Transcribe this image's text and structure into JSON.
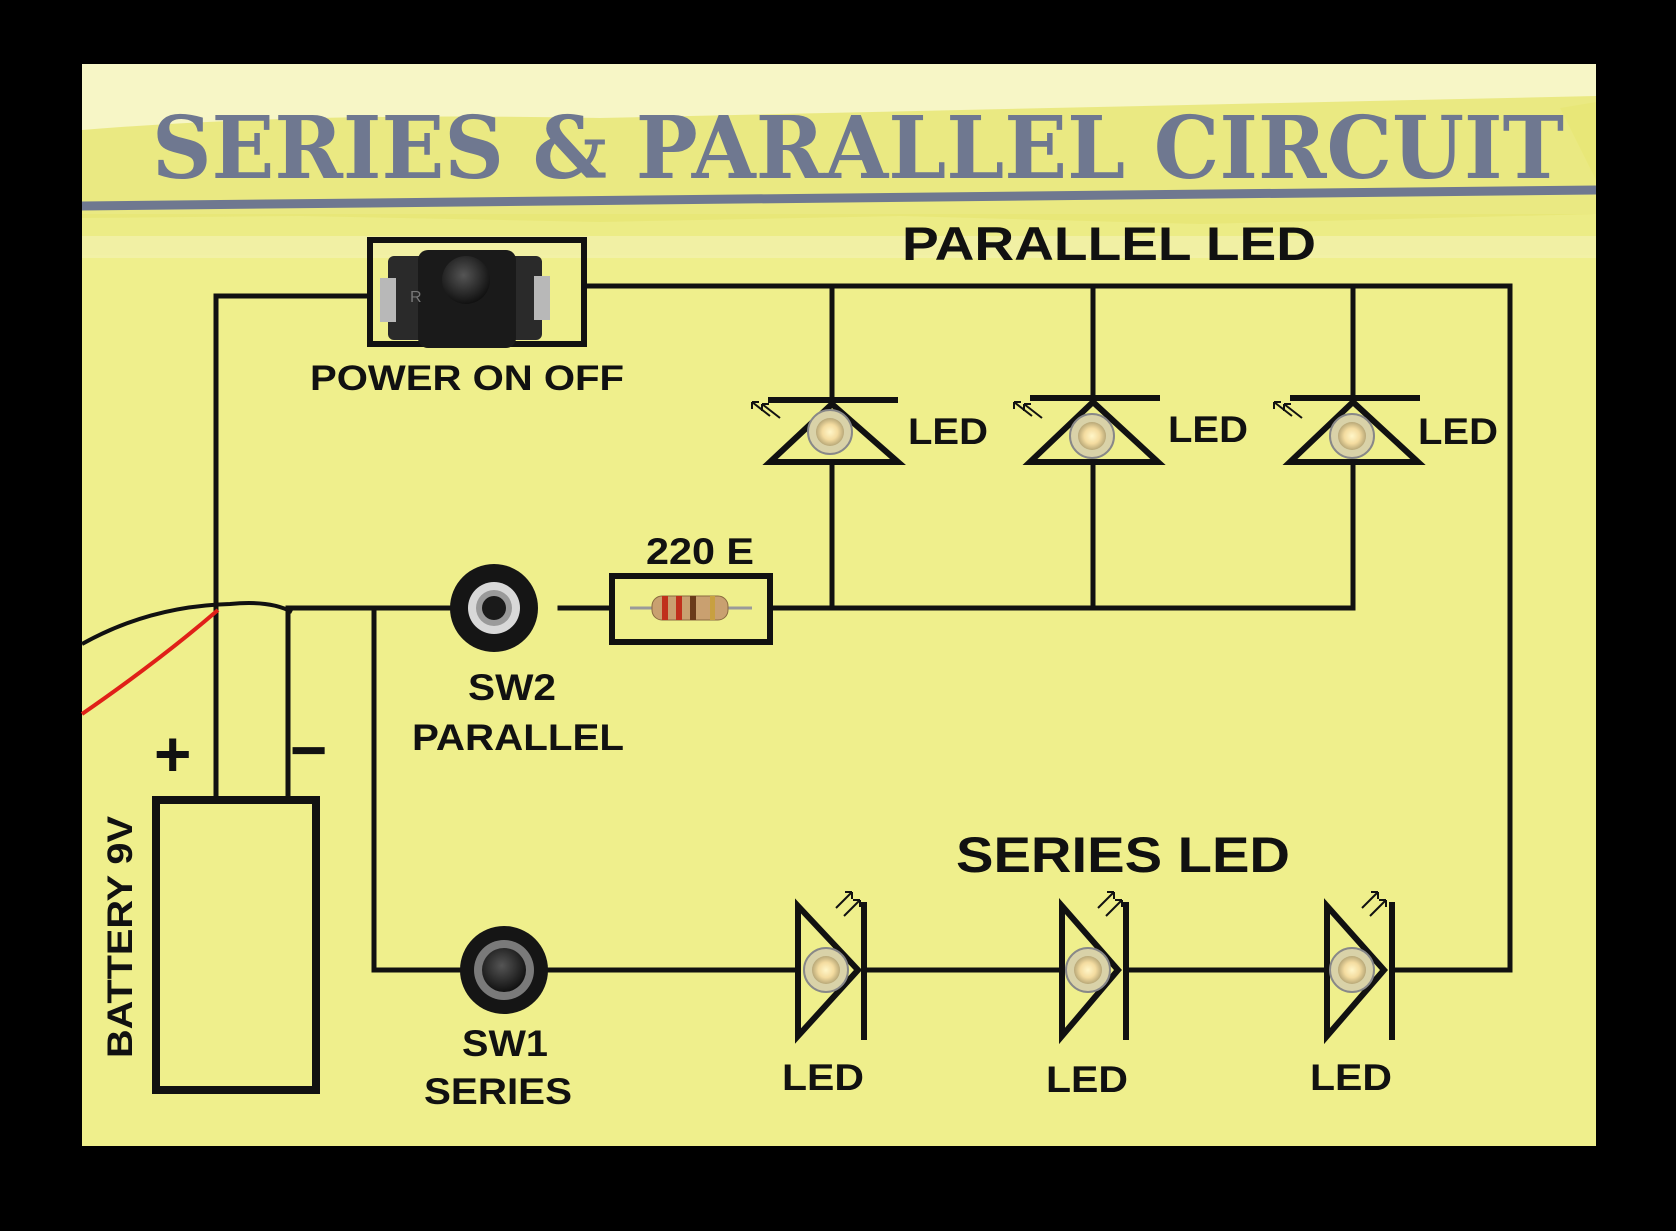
{
  "board": {
    "title": "SERIES & PARALLEL CIRCUIT",
    "parallel_heading": "PARALLEL LED",
    "series_heading": "SERIES LED",
    "power_switch_label": "POWER ON OFF",
    "power_switch_marking": "R",
    "resistor_label": "220 E",
    "sw2_label_line1": "SW2",
    "sw2_label_line2": "PARALLEL",
    "sw1_label_line1": "SW1",
    "sw1_label_line2": "SERIES",
    "battery_label": "BATTERY 9V",
    "plus_sign": "+",
    "minus_sign": "−",
    "parallel_led_labels": [
      "LED",
      "LED",
      "LED"
    ],
    "series_led_labels": [
      "LED",
      "LED",
      "LED"
    ]
  },
  "colors": {
    "frame": "#000000",
    "board": "#ecec86",
    "title_strip": "#f7f6c6",
    "title_text": "#6f7890",
    "traces": "#111111",
    "wire_red": "#e02018",
    "wire_black": "#111111"
  }
}
